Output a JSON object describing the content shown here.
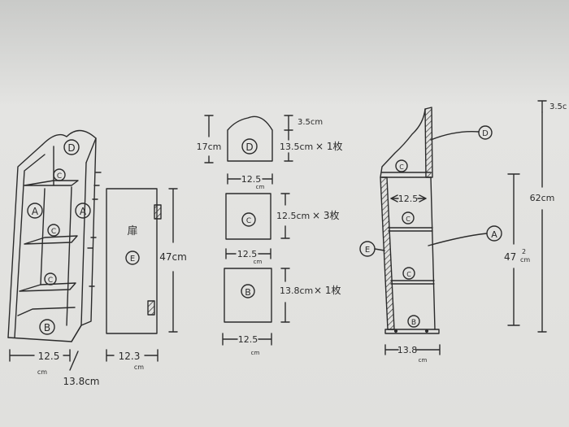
{
  "bookshelf_view": {
    "part_a_left": "A",
    "part_a_right": "A",
    "part_b": "B",
    "part_c_top": "C",
    "part_c_mid": "C",
    "part_c_low": "C",
    "part_d": "D",
    "width_label": "12.5",
    "width_unit": "cm",
    "depth_label": "13.8cm"
  },
  "door_view": {
    "kanji": "扉",
    "part_e": "E",
    "width_label": "12.3",
    "width_unit": "cm",
    "height_label": "47cm"
  },
  "panel_d": {
    "label": "D",
    "height_label": "17cm",
    "arch_label": "3.5cm",
    "side_label": "13.5cm",
    "qty_label": "× 1枚",
    "width_label": "12.5",
    "width_unit": "cm"
  },
  "panel_c": {
    "label": "C",
    "side_label": "12.5cm",
    "qty_label": "× 3枚",
    "width_label": "12.5",
    "width_unit": "cm"
  },
  "panel_b": {
    "label": "B",
    "side_label": "13.8cm",
    "qty_label": "× 1枚",
    "width_label": "12.5",
    "width_unit": "cm"
  },
  "side_section": {
    "part_d": "D",
    "part_a": "A",
    "part_e": "E",
    "part_c_top": "C",
    "part_c_mid": "C",
    "part_c_low": "C",
    "part_b": "B",
    "inner_width_label": "12.5",
    "depth_label": "13.8",
    "depth_unit": "cm",
    "top_label": "3.5c",
    "height_label": "62cm",
    "mid_height_label": "47",
    "mid_height_frac": "2",
    "mid_height_unit": "cm"
  }
}
